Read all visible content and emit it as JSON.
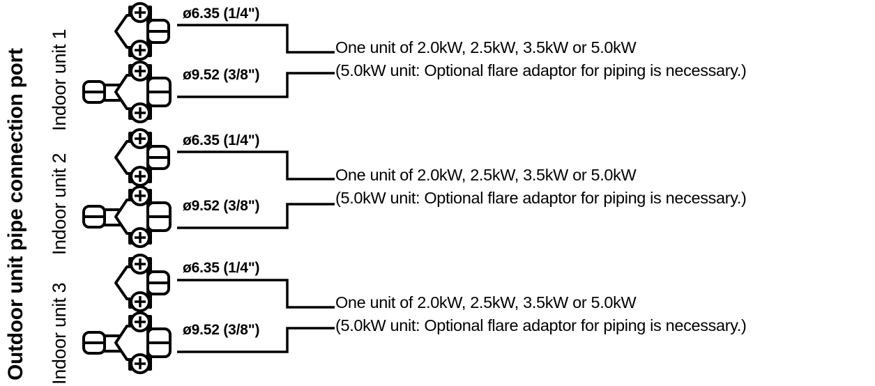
{
  "labels": {
    "outdoor": "Outdoor unit pipe connection port",
    "indoor_units": [
      "Indoor unit 1",
      "Indoor unit 2",
      "Indoor unit 3"
    ]
  },
  "pipe_sizes": {
    "liquid": "ø6.35 (1/4\")",
    "gas": "ø9.52 (3/8\")"
  },
  "descriptions": {
    "line1": "One unit of 2.0kW, 2.5kW, 3.5kW or 5.0kW",
    "line2": "(5.0kW unit: Optional flare adaptor for piping is necessary.)"
  },
  "groups": [
    {
      "indoor_label": "Indoor unit 1",
      "ports": [
        {
          "size": "ø6.35 (1/4\")",
          "valve_type": "three-way"
        },
        {
          "size": "ø9.52 (3/8\")",
          "valve_type": "four-way"
        }
      ],
      "note_line1": "One unit of 2.0kW, 2.5kW, 3.5kW or 5.0kW",
      "note_line2": "(5.0kW unit: Optional flare adaptor for piping is necessary.)"
    },
    {
      "indoor_label": "Indoor unit 2",
      "ports": [
        {
          "size": "ø6.35 (1/4\")",
          "valve_type": "three-way"
        },
        {
          "size": "ø9.52 (3/8\")",
          "valve_type": "four-way"
        }
      ],
      "note_line1": "One unit of 2.0kW, 2.5kW, 3.5kW or 5.0kW",
      "note_line2": "(5.0kW unit: Optional flare adaptor for piping is necessary.)"
    },
    {
      "indoor_label": "Indoor unit 3",
      "ports": [
        {
          "size": "ø6.35 (1/4\")",
          "valve_type": "three-way"
        },
        {
          "size": "ø9.52 (3/8\")",
          "valve_type": "four-way"
        }
      ],
      "note_line1": "One unit of 2.0kW, 2.5kW, 3.5kW or 5.0kW",
      "note_line2": "(5.0kW unit: Optional flare adaptor for piping is necessary.)"
    }
  ],
  "colors": {
    "ink": "#000000",
    "paper": "#ffffff"
  }
}
